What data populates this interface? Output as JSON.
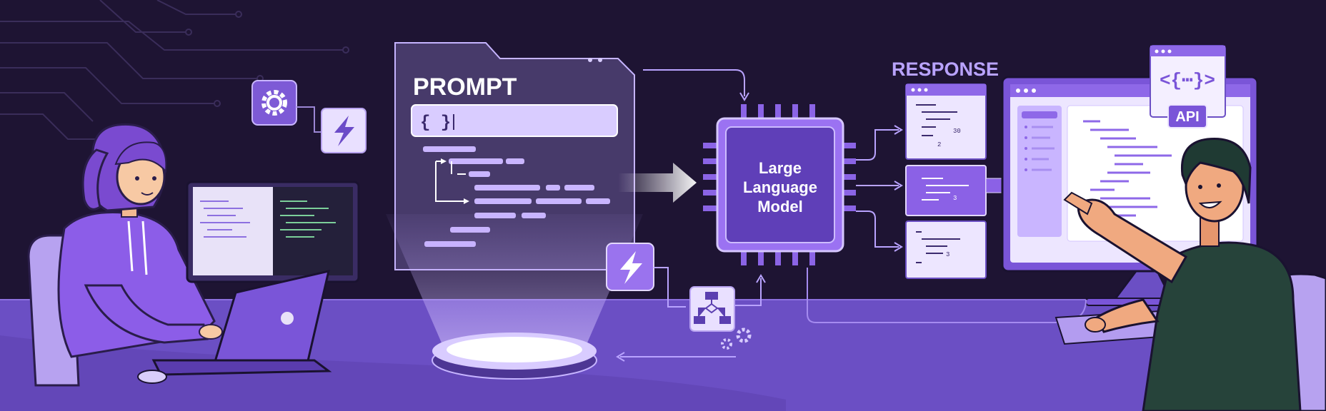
{
  "prompt_panel": {
    "title": "PROMPT",
    "input_text": "{ }"
  },
  "llm_chip": {
    "line1": "Large",
    "line2": "Language",
    "line3": "Model"
  },
  "response": {
    "title": "RESPONSE",
    "code_values": [
      "30",
      "2",
      "3",
      "3"
    ]
  },
  "api_badge": {
    "label": "API",
    "icon_text": "<{⋯}>"
  },
  "icons": [
    "gear-icon",
    "lightning-icon",
    "flowchart-icon",
    "mouse-icon"
  ],
  "colors": {
    "background": "#1e1433",
    "desk": "#6b4fc4",
    "accent": "#9b72f2",
    "panel": "#ede6ff"
  }
}
